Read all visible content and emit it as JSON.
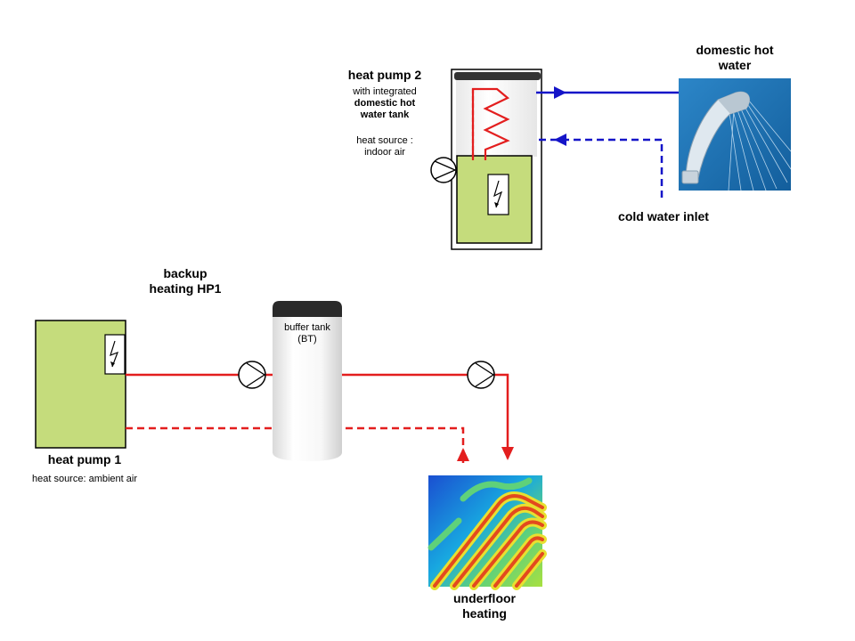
{
  "hp2": {
    "title": "heat pump 2",
    "sub1": "with integrated",
    "sub2": "domestic hot",
    "sub3": "water tank",
    "source1": "heat source :",
    "source2": "indoor air"
  },
  "dhw": {
    "line1": "domestic hot",
    "line2": "water"
  },
  "cold_water": "cold water inlet",
  "backup": {
    "line1": "backup",
    "line2": "heating HP1"
  },
  "buffer": {
    "line1": "buffer tank",
    "line2": "(BT)"
  },
  "hp1": {
    "title": "heat pump 1",
    "source": "heat source: ambient air"
  },
  "floor": {
    "line1": "underfloor",
    "line2": "heating"
  },
  "colors": {
    "supply": "#e31e1e",
    "cold": "#1414c8",
    "unit_green": "#c5dc7c",
    "shower_bg": "#1e73b4"
  }
}
